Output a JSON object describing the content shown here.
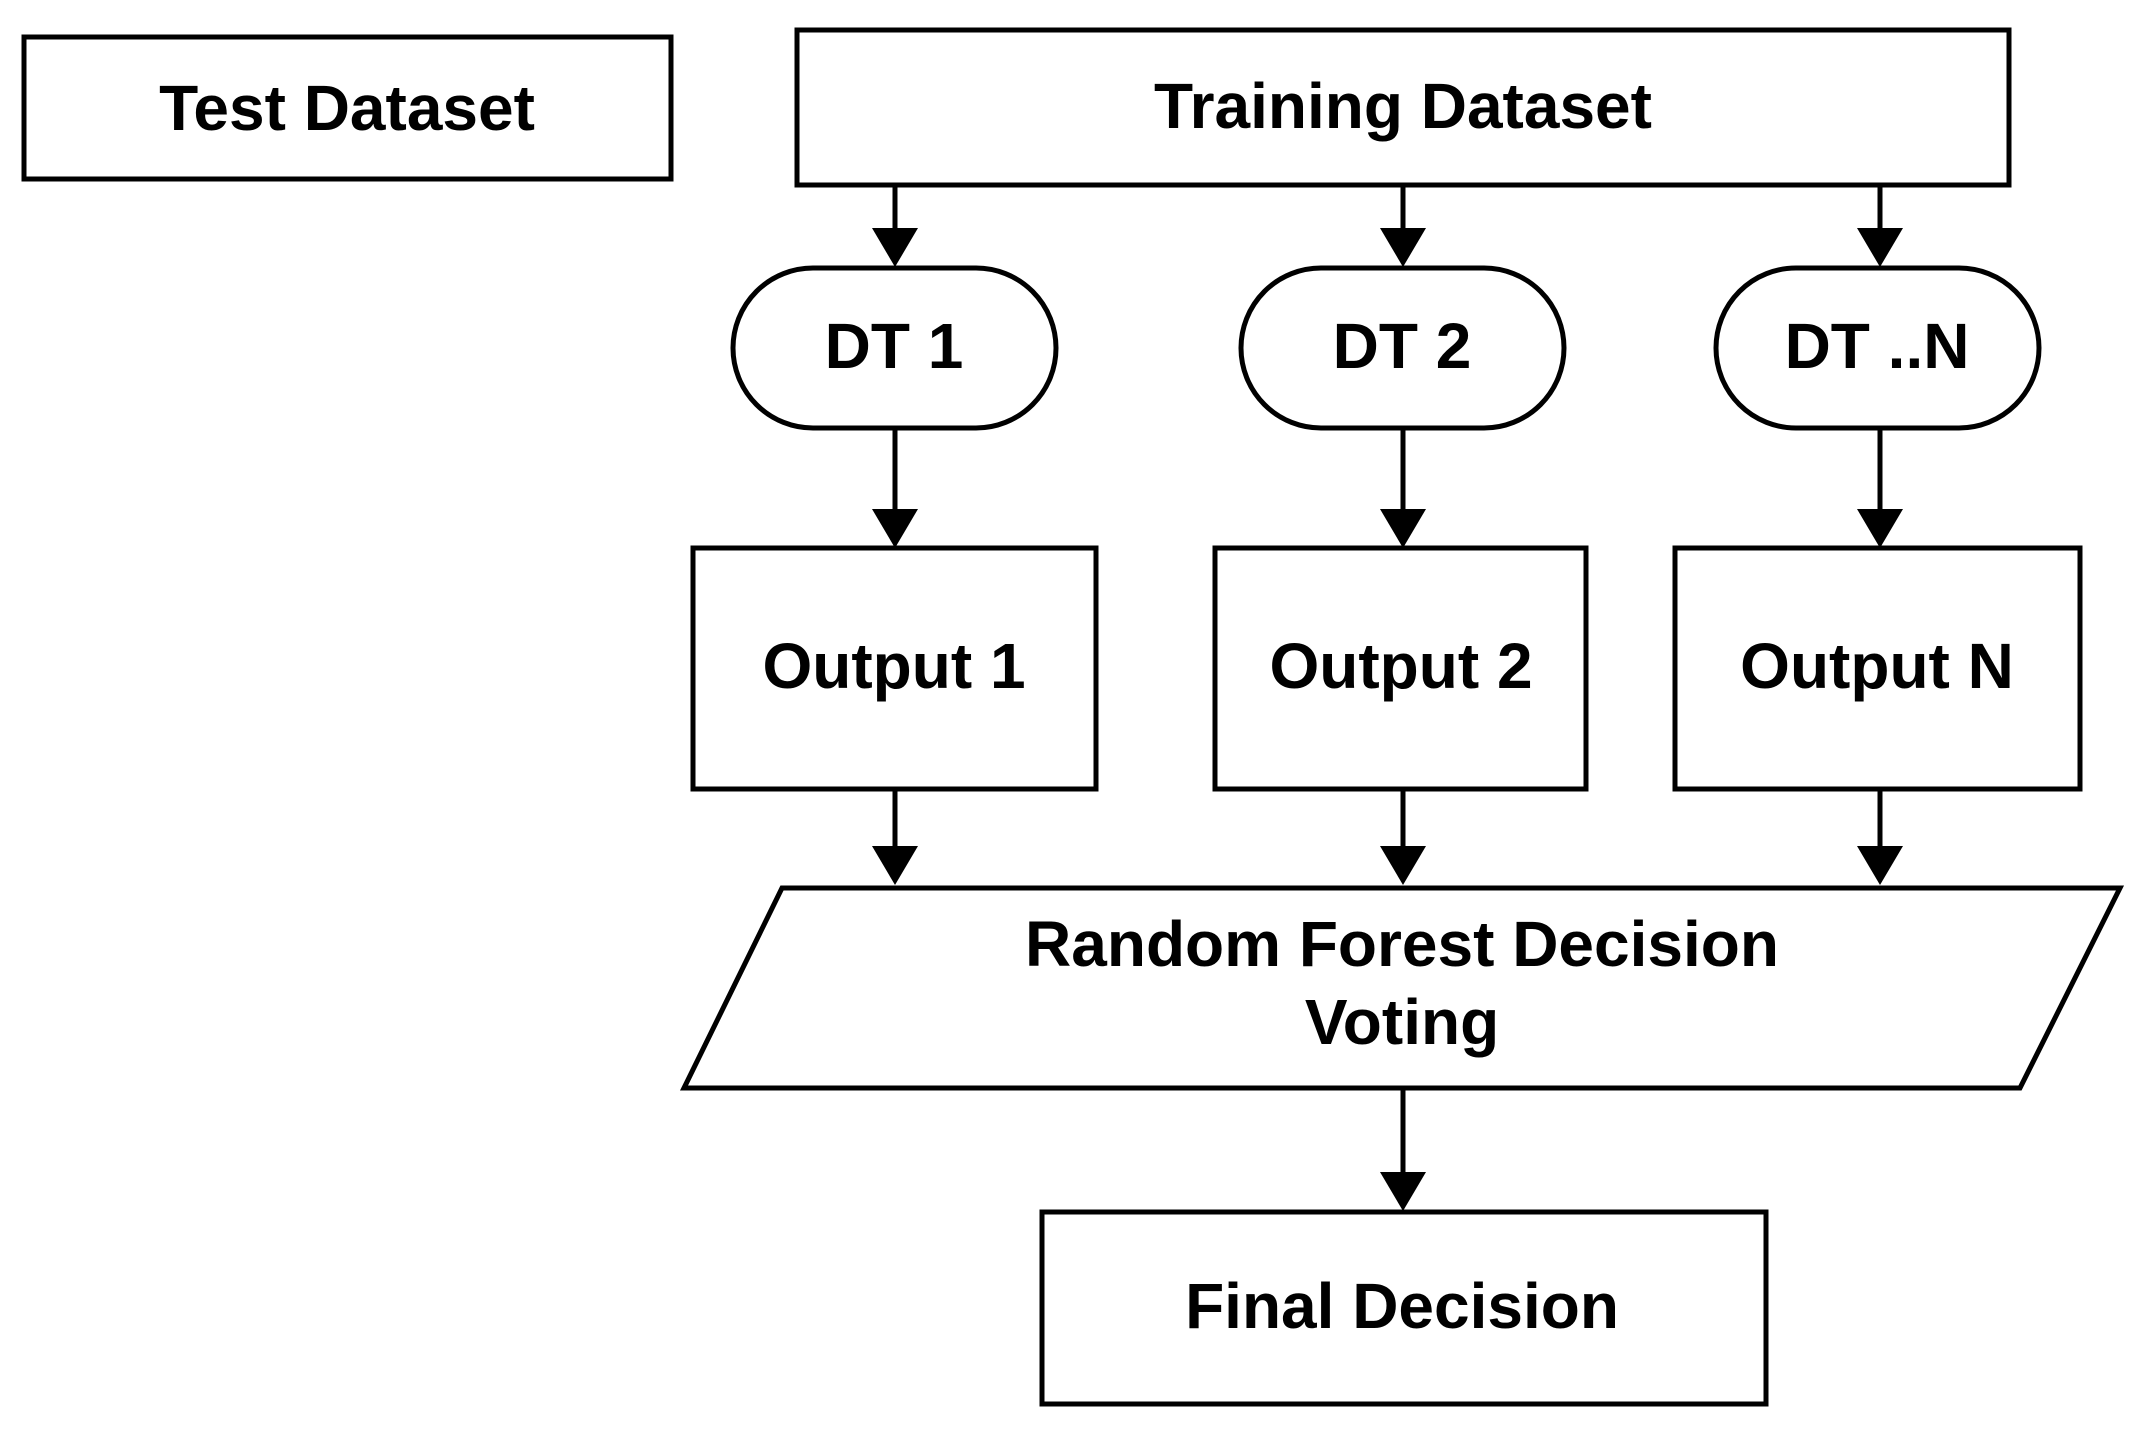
{
  "nodes": {
    "test_dataset": "Test Dataset",
    "training_dataset": "Training Dataset",
    "dt1": "DT 1",
    "dt2": "DT 2",
    "dtn": "DT ..N",
    "output1": "Output 1",
    "output2": "Output 2",
    "outputn": "Output N",
    "voting_line1": "Random Forest Decision",
    "voting_line2": "Voting",
    "final_decision": "Final Decision"
  },
  "edges": [
    {
      "from": "training_dataset",
      "to": "dt1"
    },
    {
      "from": "training_dataset",
      "to": "dt2"
    },
    {
      "from": "training_dataset",
      "to": "dtn"
    },
    {
      "from": "dt1",
      "to": "output1"
    },
    {
      "from": "dt2",
      "to": "output2"
    },
    {
      "from": "dtn",
      "to": "outputn"
    },
    {
      "from": "output1",
      "to": "random_forest_voting"
    },
    {
      "from": "output2",
      "to": "random_forest_voting"
    },
    {
      "from": "outputn",
      "to": "random_forest_voting"
    },
    {
      "from": "random_forest_voting",
      "to": "final_decision"
    }
  ],
  "colors": {
    "stroke": "#000000",
    "fill": "#ffffff",
    "text": "#000000"
  }
}
